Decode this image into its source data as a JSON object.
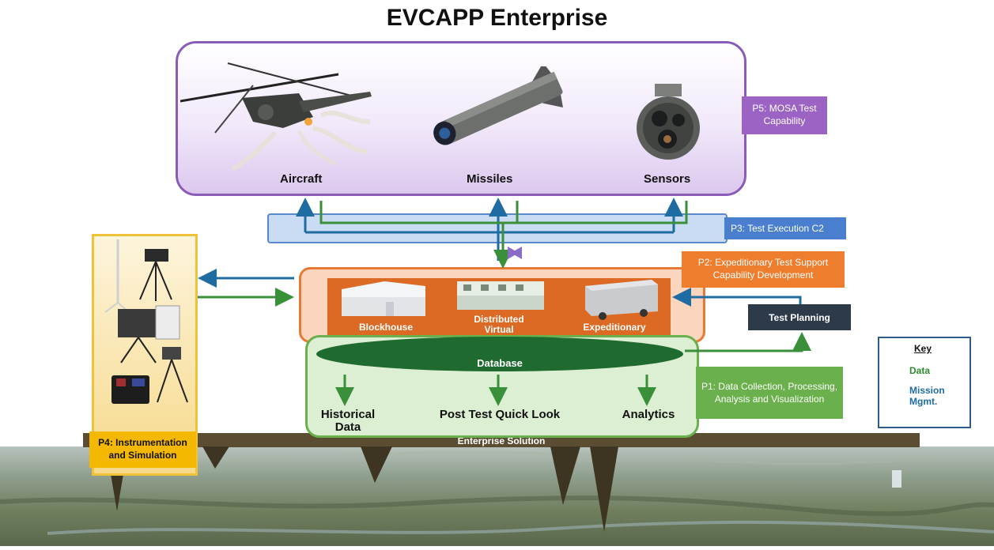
{
  "title": "EVCAPP Enterprise",
  "p5": {
    "label": "P5: MOSA Test Capability",
    "systems": [
      {
        "label": "Aircraft",
        "icon": "helicopter-icon"
      },
      {
        "label": "Missiles",
        "icon": "missile-icon"
      },
      {
        "label": "Sensors",
        "icon": "sensor-turret-icon"
      }
    ]
  },
  "p3": {
    "label": "P3: Test Execution C2"
  },
  "p2": {
    "label": "P2: Expeditionary Test Support Capability Development",
    "facilities": [
      {
        "label": "Blockhouse",
        "icon": "blockhouse-building-icon"
      },
      {
        "label": "Distributed Virtual",
        "icon": "distributed-virtual-console-icon"
      },
      {
        "label": "Expeditionary",
        "icon": "expeditionary-trailer-icon"
      }
    ]
  },
  "p1": {
    "label": "P1: Data Collection, Processing, Analysis and Visualization",
    "database_label": "Database",
    "outputs": [
      "Historical Data",
      "Post Test Quick Look",
      "Analytics"
    ]
  },
  "test_planning": {
    "label": "Test Planning"
  },
  "p4": {
    "label": "P4: Instrumentation and Simulation"
  },
  "enterprise_solution": {
    "label": "Enterprise Solution"
  },
  "key": {
    "title": "Key",
    "data_label": "Data",
    "mission_label": "Mission Mgmt."
  },
  "colors": {
    "data_arrow": "#3a8f3a",
    "mission_arrow": "#1f6ca3",
    "p5": "#9b63c4",
    "p3": "#4a7fd0",
    "p2": "#ef7d2e",
    "p1": "#6ab04c",
    "p4": "#f5b800",
    "database": "#1f6b2f",
    "test_planning": "#2d3a4a",
    "enterprise_bar": "#5b4d32"
  }
}
